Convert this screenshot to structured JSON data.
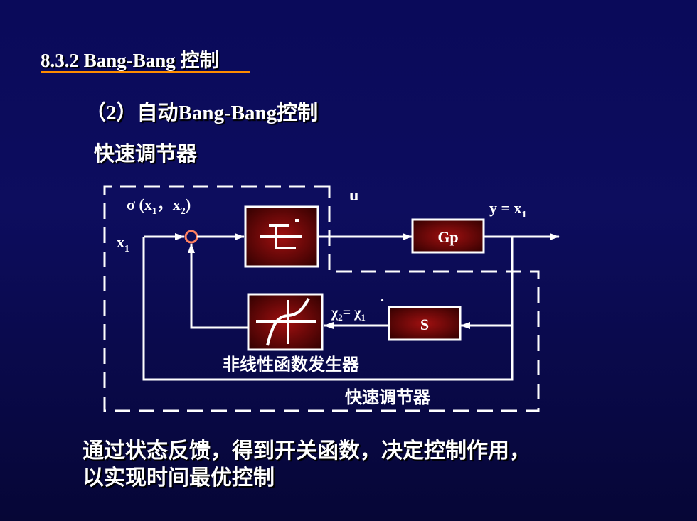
{
  "section_title": "8.3.2  Bang-Bang 控制",
  "subtitle": "（2）自动Bang-Bang控制",
  "heading": "快速调节器",
  "diagram": {
    "sigma_label": "σ (x",
    "sigma_sub1": "1",
    "sigma_mid": "，x",
    "sigma_sub2": "2",
    "sigma_end": ")",
    "u_label": "u",
    "y_label": "y = x",
    "y_sub": "1",
    "x_label": "x",
    "x_sub": "1",
    "gp_label": "Gp",
    "s_label": "S",
    "chi_label": "χ",
    "chi_sub2": "2",
    "chi_eq": "= χ",
    "chi_sub1": "1",
    "chi_dot": ".",
    "nonlinear_label": "非线性函数发生器",
    "fast_regulator_label": "快速调节器"
  },
  "caption_line1": "通过状态反馈，得到开关函数，决定控制作用，",
  "caption_line2": "以实现时间最优控制",
  "colors": {
    "background": "#0a0a5a",
    "underline": "#ff8c00",
    "block_fill": "#7a0000",
    "line": "#ffffff"
  }
}
